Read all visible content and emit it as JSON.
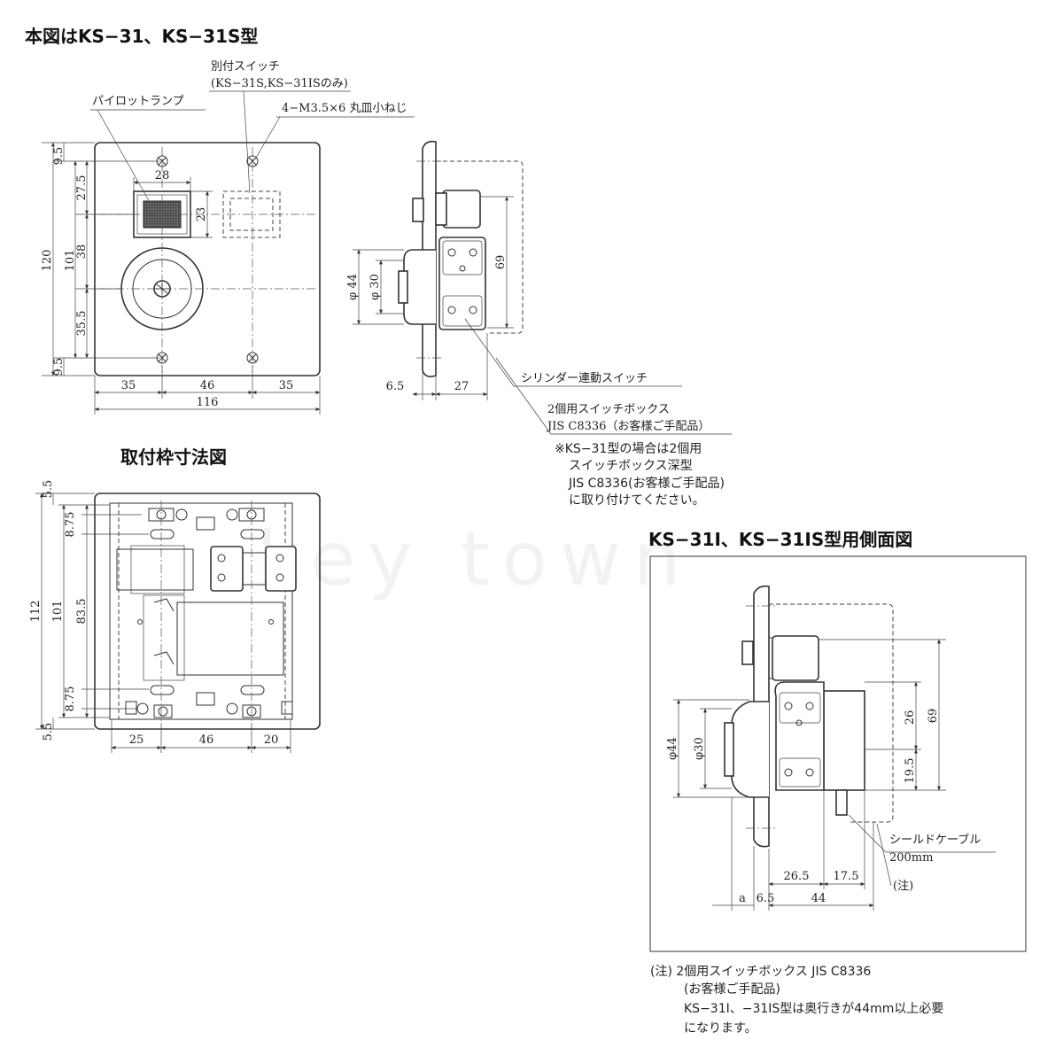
{
  "titles": {
    "main": "本図はKS−31、KS−31S型",
    "mount_frame": "取付枠寸法図",
    "side_view_i": "KS−31I、KS−31IS型用側面図"
  },
  "front_view": {
    "label_extra_switch": "別付スイッチ",
    "label_extra_switch_models": "(KS−31S,KS−31ISのみ)",
    "label_pilot_lamp": "パイロットランプ",
    "label_screws": "4−M3.5×6 丸皿小ねじ",
    "dims": {
      "top_margin": "9.5",
      "to_lamp": "27.5",
      "lamp_to_cyl": "38",
      "cyl_to_screw": "35.5",
      "bottom_margin": "9.5",
      "inner_height": "101",
      "total_height": "120",
      "lamp_width": "28",
      "lamp_height": "23",
      "bottom_left": "35",
      "bottom_mid": "46",
      "bottom_right": "35",
      "total_width": "116"
    }
  },
  "side_view": {
    "dims": {
      "dia_outer": "φ 44",
      "dia_inner": "φ 30",
      "height": "69",
      "plate": "6.5",
      "depth": "27"
    },
    "label_cylinder_switch": "シリンダー連動スイッチ",
    "label_switch_box": "2個用スイッチボックス",
    "label_switch_box_std": "JIS C8336（お客様ご手配品）",
    "note_lines": [
      "※KS−31型の場合は2個用",
      "スイッチボックス深型",
      "JIS C8336(お客様ご手配品)",
      "に取り付けてください。"
    ]
  },
  "mount_frame": {
    "dims": {
      "top_margin": "5.5",
      "upper_hole": "8.75",
      "middle": "83.5",
      "lower_hole": "8.75",
      "bottom_margin": "5.5",
      "inner_height": "101",
      "total_height": "112",
      "bottom_left": "25",
      "bottom_mid": "46",
      "bottom_right": "20"
    }
  },
  "side_view_i": {
    "dims": {
      "dia_outer": "φ44",
      "dia_inner": "φ30",
      "upper": "26",
      "lower": "19.5",
      "height": "69",
      "mid_a": "26.5",
      "mid_b": "17.5",
      "a": "a",
      "plate": "6.5",
      "depth": "44"
    },
    "label_shield_cable": "シールドケーブル",
    "label_cable_length": "200mm",
    "label_note_ref": "(注)"
  },
  "footnote": {
    "line1": "(注) 2個用スイッチボックス JIS C8336",
    "line2": "(お客様ご手配品)",
    "line3": "KS−31I、−31IS型は奥行きが44mm以上必要",
    "line4": "になります。"
  },
  "watermark": "key town"
}
